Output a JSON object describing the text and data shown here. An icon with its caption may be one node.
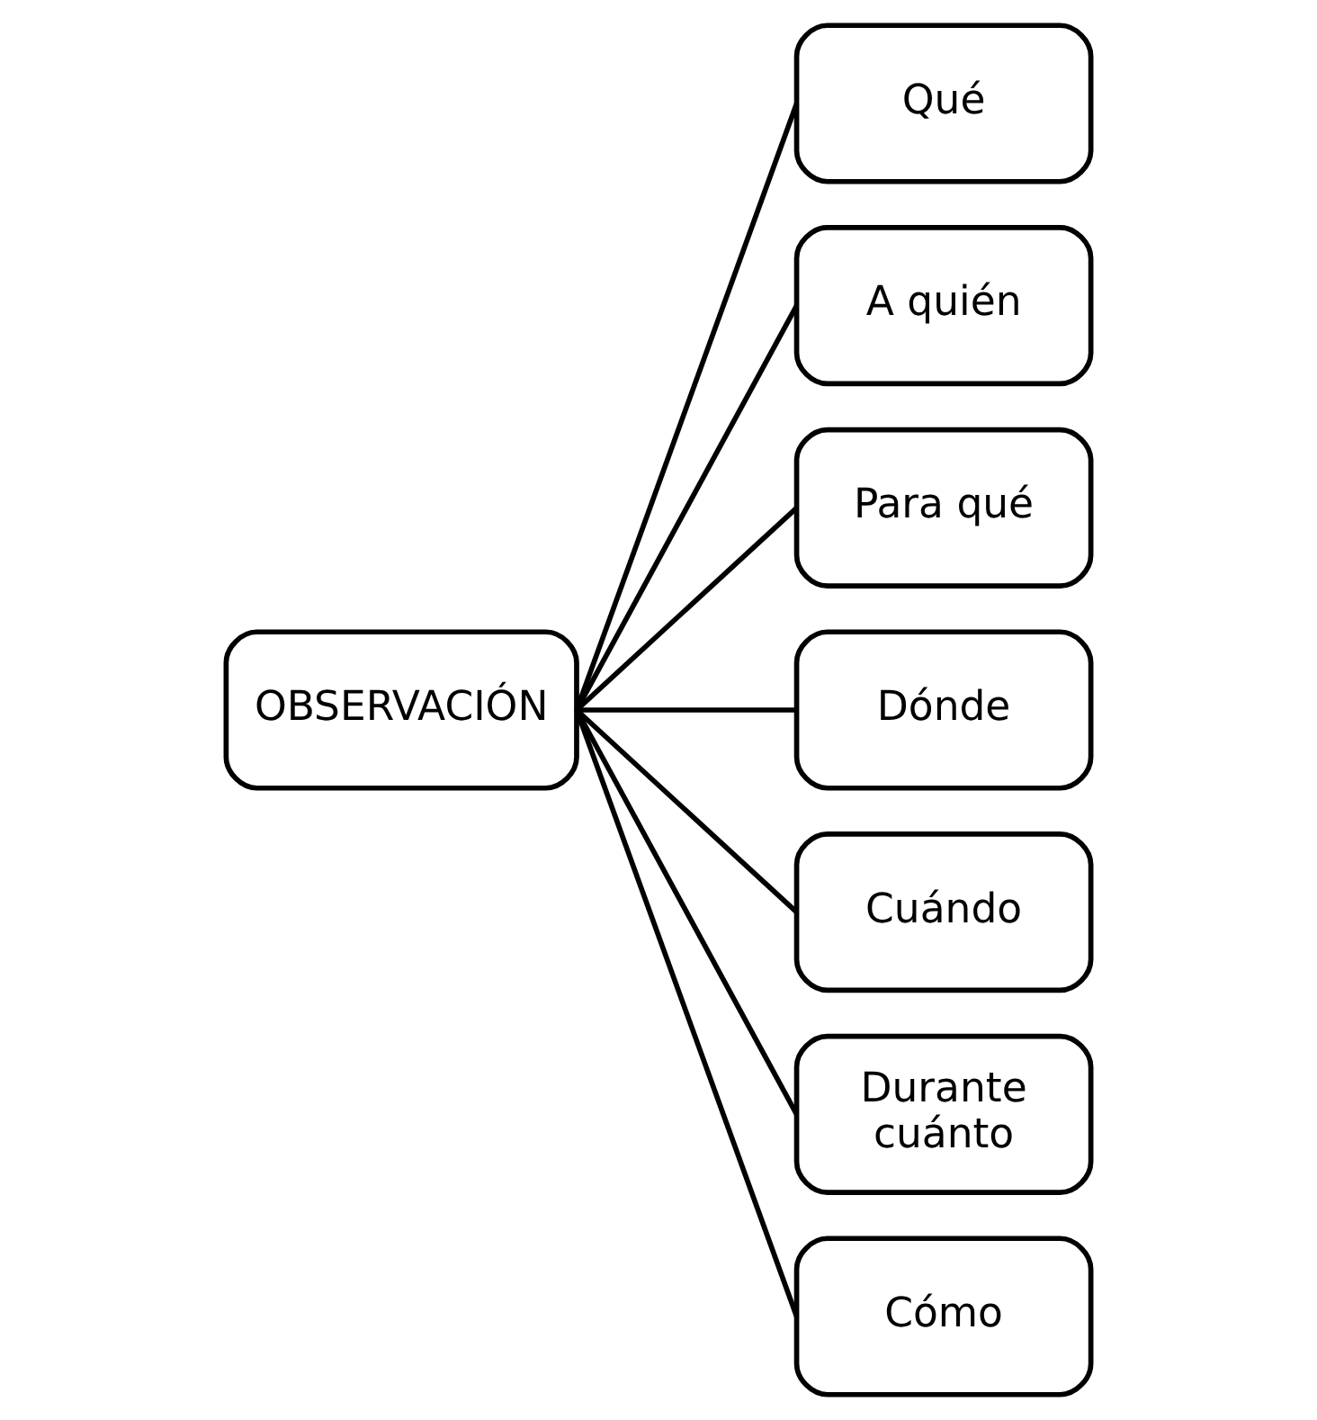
{
  "diagram": {
    "nodes": [
      {
        "text": [
          "OBSERVACIÓN"
        ]
      },
      {
        "text": [
          "Qué"
        ]
      },
      {
        "text": [
          "A quién"
        ]
      },
      {
        "text": [
          "Para qué"
        ]
      },
      {
        "text": [
          "Dónde"
        ]
      },
      {
        "text": [
          "Cuándo"
        ]
      },
      {
        "text": [
          "Durante cuánto"
        ]
      },
      {
        "text": [
          "Cómo"
        ]
      }
    ],
    "edges": [
      {
        "from": 0,
        "to": 1,
        "arrow": "none"
      },
      {
        "from": 0,
        "to": 2,
        "arrow": "none"
      },
      {
        "from": 0,
        "to": 3,
        "arrow": "none"
      },
      {
        "from": 0,
        "to": 4,
        "arrow": "none"
      },
      {
        "from": 0,
        "to": 5,
        "arrow": "none"
      },
      {
        "from": 0,
        "to": 6,
        "arrow": "none"
      },
      {
        "from": 0,
        "to": 7,
        "arrow": "none"
      }
    ]
  }
}
